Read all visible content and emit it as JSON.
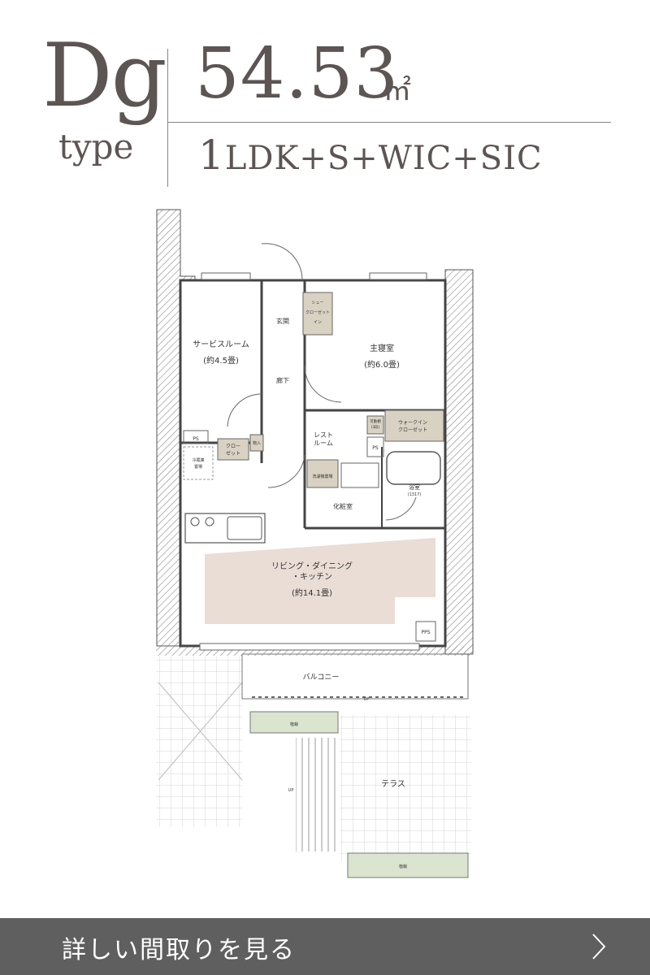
{
  "header": {
    "type_code": "Dg",
    "type_word": "type",
    "area_number": "54.53",
    "area_unit": "㎡",
    "layout_prefix": "1",
    "layout_rest": "LDK+S+WIC+SIC"
  },
  "plan": {
    "rooms": {
      "service_room": "サービスルーム",
      "service_room_size": "(約4.5畳)",
      "master_bedroom": "主寝室",
      "master_bedroom_size": "(約6.0畳)",
      "entrance": "玄関",
      "hallway": "廊下",
      "shoe_closet_1": "シュー",
      "shoe_closet_2": "クローゼット",
      "shoe_closet_3": "イン",
      "rest_room_1": "レスト",
      "rest_room_2": "ルーム",
      "wic_1": "ウォークイン",
      "wic_2": "クローゼット",
      "closet_1": "クロー",
      "closet_2": "ゼット",
      "storage": "物入",
      "fridge_1": "冷蔵庫",
      "fridge_2": "置場",
      "washer": "洗濯機置場",
      "movable_shelf_1": "可動棚",
      "movable_shelf_2": "(3段)",
      "bathroom": "浴室",
      "bathroom_size": "(1317)",
      "powder_room": "化粧室",
      "ldk_1": "リビング・ダイニング",
      "ldk_2": "・キッチン",
      "ldk_size": "(約14.1畳)",
      "balcony": "バルコニー",
      "terrace": "テラス",
      "planting": "植栽",
      "ps": "PS",
      "pps": "PPS",
      "up": "UP"
    }
  },
  "footer": {
    "label": "詳しい間取りを見る"
  },
  "colors": {
    "text": "#5c5553",
    "ldk_fill": "#e9ddd6",
    "closet_fill": "#d9d2c3",
    "footer_bg": "#5f5f5f"
  }
}
